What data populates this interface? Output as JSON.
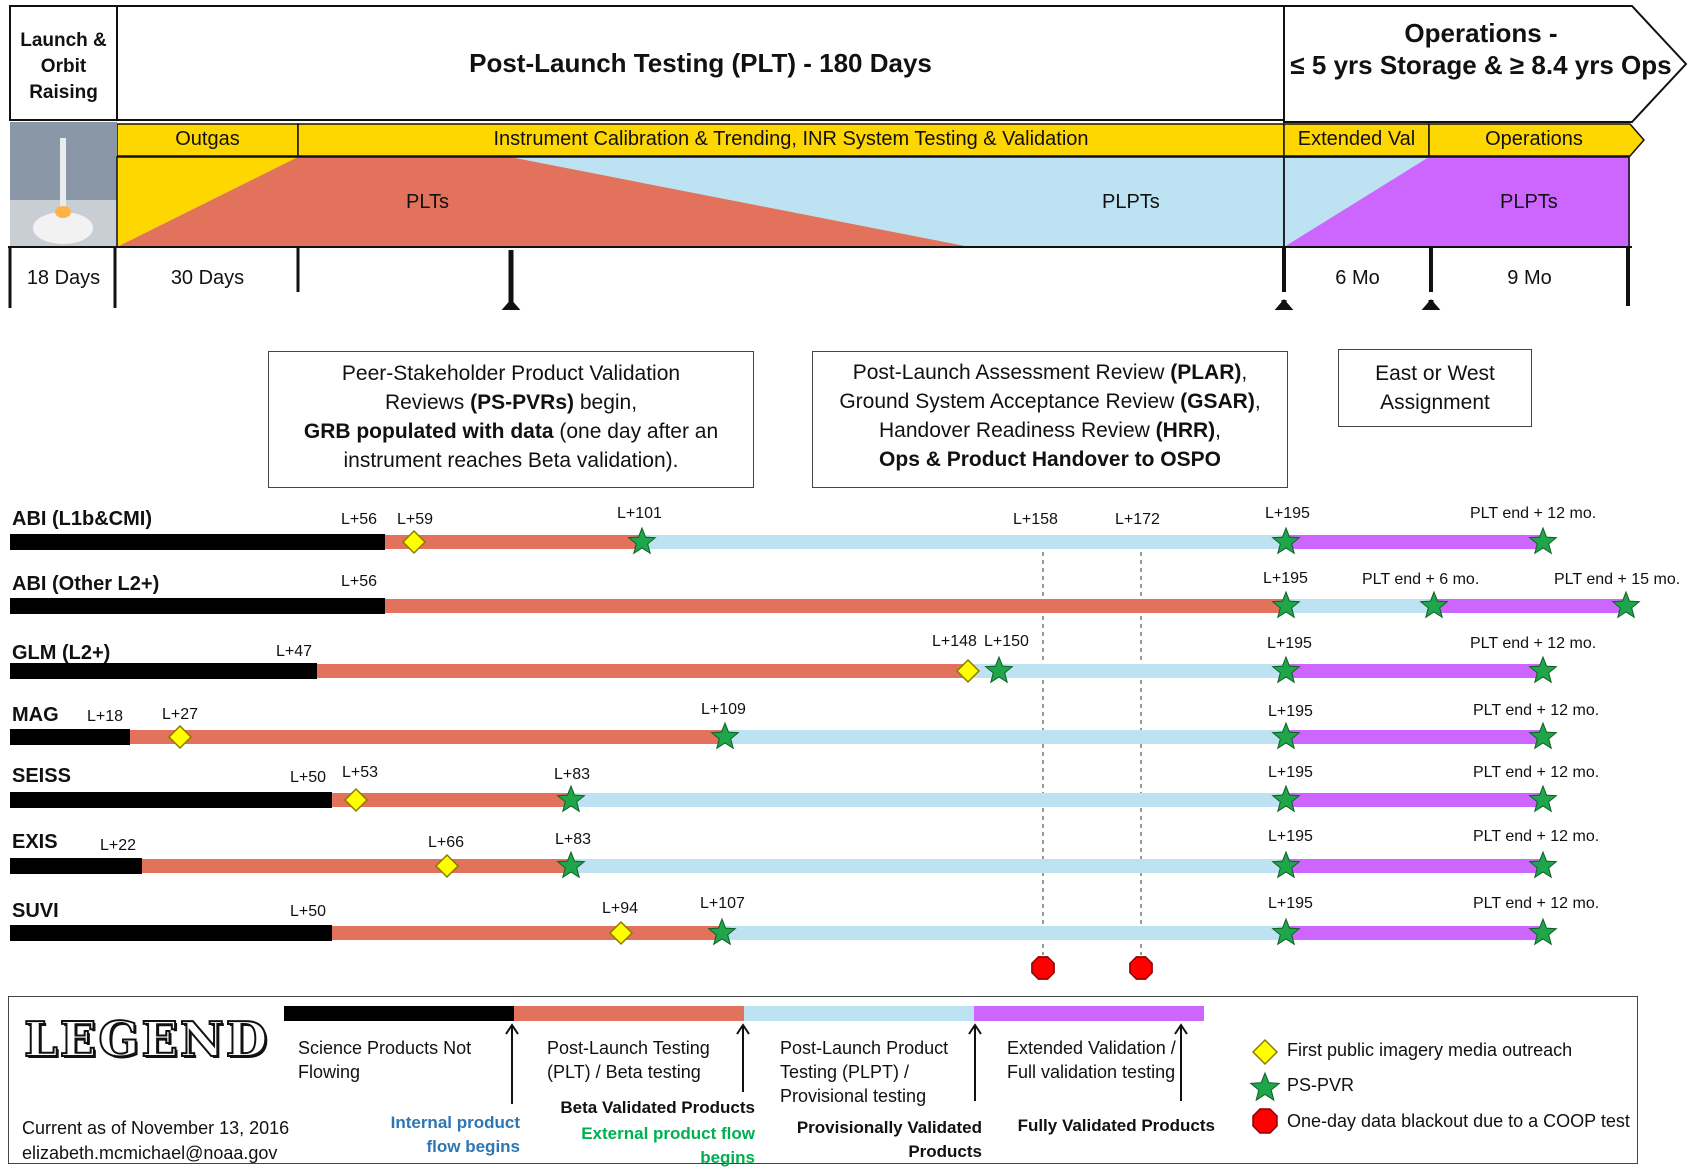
{
  "header": {
    "launch": "Launch & Orbit Raising",
    "plt": "Post-Launch Testing (PLT) - 180 Days",
    "ops_line1": "Operations -",
    "ops_line2": "≤ 5 yrs Storage & ≥ 8.4 yrs Ops"
  },
  "phases": {
    "outgas": "Outgas",
    "calibration": "Instrument Calibration & Trending, INR System Testing & Validation",
    "extended_val": "Extended Val",
    "operations": "Operations",
    "plts": "PLTs",
    "plpts": "PLPTs",
    "plpts2": "PLPTs"
  },
  "durations": {
    "d18": "18 Days",
    "d30": "30 Days",
    "m6": "6 Mo",
    "m9": "9 Mo"
  },
  "callouts": {
    "pspvr_1": "Peer-Stakeholder Product Validation",
    "pspvr_2a": "Reviews ",
    "pspvr_2b": "(PS-PVRs)",
    "pspvr_2c": " begin,",
    "pspvr_3a": "GRB populated with data",
    "pspvr_3b": " (one day after an",
    "pspvr_4": "instrument reaches Beta validation).",
    "plar_1a": "Post-Launch Assessment Review ",
    "plar_1b": "(PLAR)",
    "plar_1c": ",",
    "plar_2a": "Ground System Acceptance Review ",
    "plar_2b": "(GSAR)",
    "plar_2c": ",",
    "plar_3a": "Handover Readiness Review ",
    "plar_3b": "(HRR)",
    "plar_3c": ",",
    "plar_4": "Ops & Product Handover to OSPO",
    "east_west_1": "East or West",
    "east_west_2": "Assignment"
  },
  "rows": [
    {
      "name": "ABI (L1b&CMI)",
      "labels": [
        "L+56",
        "L+59",
        "L+101",
        "L+158",
        "L+172",
        "L+195",
        "PLT end + 12 mo."
      ]
    },
    {
      "name": "ABI (Other L2+)",
      "labels": [
        "L+56",
        "L+195",
        "PLT end + 6 mo.",
        "PLT end + 15 mo."
      ]
    },
    {
      "name": "GLM (L2+)",
      "labels": [
        "L+47",
        "L+148",
        "L+150",
        "L+195",
        "PLT end + 12 mo."
      ]
    },
    {
      "name": "MAG",
      "labels": [
        "L+18",
        "L+27",
        "L+109",
        "L+195",
        "PLT end + 12 mo."
      ]
    },
    {
      "name": "SEISS",
      "labels": [
        "L+50",
        "L+53",
        "L+83",
        "L+195",
        "PLT end + 12 mo."
      ]
    },
    {
      "name": "EXIS",
      "labels": [
        "L+22",
        "L+66",
        "L+83",
        "L+195",
        "PLT end + 12 mo."
      ]
    },
    {
      "name": "SUVI",
      "labels": [
        "L+50",
        "L+94",
        "L+107",
        "L+195",
        "PLT end + 12 mo."
      ]
    }
  ],
  "legend": {
    "title": "LEGEND",
    "current": "Current as of November 13, 2016",
    "email": "elizabeth.mcmichael@noaa.gov",
    "seg1_1": "Science Products Not",
    "seg1_2": "Flowing",
    "seg2_1": "Post-Launch Testing",
    "seg2_2": "(PLT) / Beta testing",
    "seg3_1": "Post-Launch Product",
    "seg3_2": "Testing (PLPT) /",
    "seg3_3": "Provisional testing",
    "seg4_1": "Extended Validation /",
    "seg4_2": "Full validation testing",
    "internal_1": "Internal product",
    "internal_2": "flow begins",
    "beta": "Beta Validated Products",
    "external_1": "External product flow",
    "external_2": "begins",
    "prov_1": "Provisionally Validated",
    "prov_2": "Products",
    "fully": "Fully Validated Products",
    "sym_diamond": "First public imagery media outreach",
    "sym_star": "PS-PVR",
    "sym_octagon": "One-day data blackout due to a COOP test"
  },
  "colors": {
    "black": "#000000",
    "salmon": "#E2725B",
    "lightblue": "#BDE3F2",
    "purple": "#CC66FF",
    "yellow": "#FFD700",
    "diamond": "#FFFF00",
    "star": "#1FA64A",
    "octagon": "#FF0000",
    "internal": "#2E75B6",
    "external": "#00B050"
  }
}
